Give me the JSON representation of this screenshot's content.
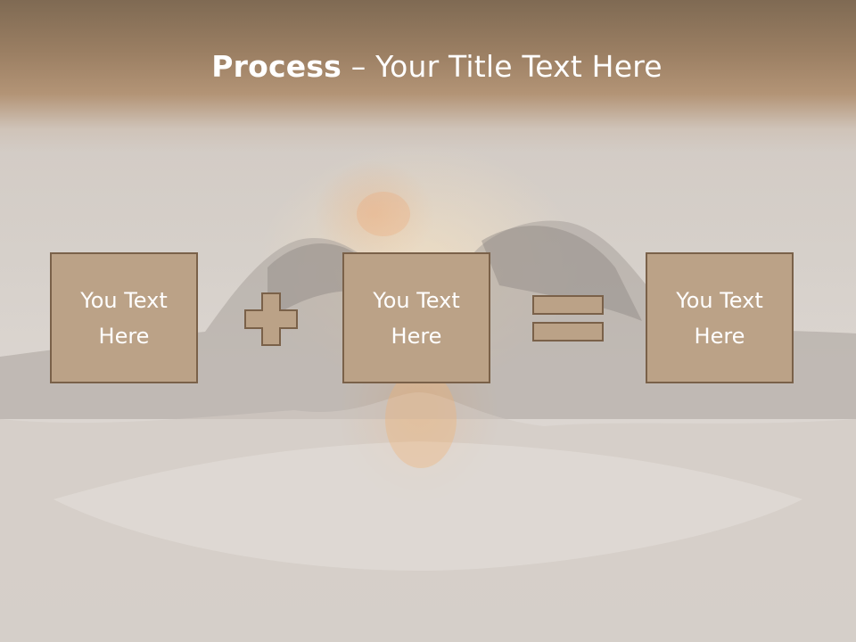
{
  "slide": {
    "title_bold": "Process",
    "title_rest": " – Your Title Text Here",
    "boxes": [
      {
        "text": "You Text Here"
      },
      {
        "text": "You Text Here"
      },
      {
        "text": "You Text Here"
      }
    ],
    "operators": [
      "plus-icon",
      "equals-icon"
    ]
  },
  "colors": {
    "header": "#9b7f63",
    "box_fill": "#bba287",
    "box_border": "#7a6149",
    "text": "#ffffff"
  }
}
